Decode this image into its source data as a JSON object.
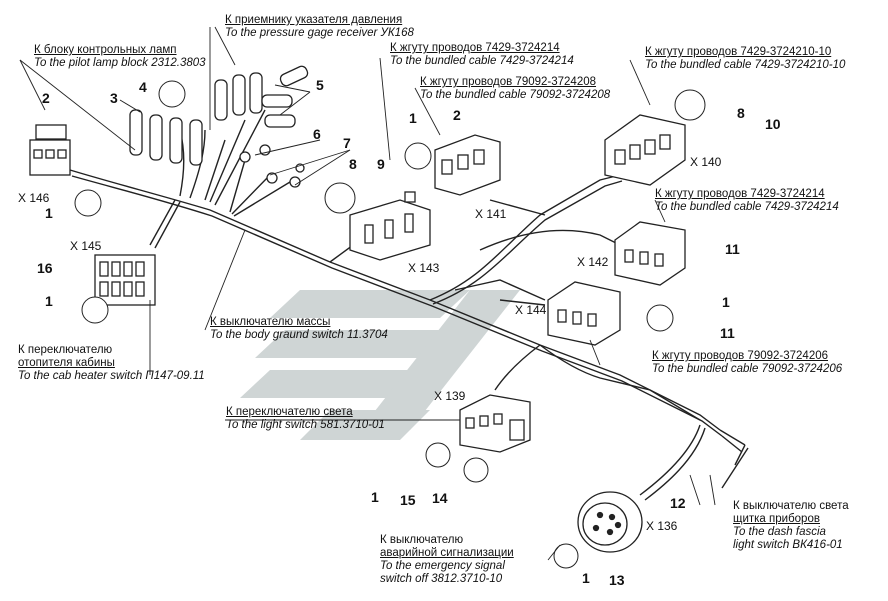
{
  "labels": {
    "pressure_gage": {
      "ru": "К приемнику указателя давления",
      "en": "To the pressure gage receiver УК168"
    },
    "pilot_lamp": {
      "ru": "К блоку контрольных ламп",
      "en": "To the pilot lamp block 2312.3803"
    },
    "bundle_7429_3724214_top": {
      "ru": "К жгуту проводов 7429-3724214",
      "en": "To the bundled cable 7429-3724214"
    },
    "bundle_79092_3724208": {
      "ru": "К жгуту проводов 79092-3724208",
      "en": "To the bundled cable 79092-3724208"
    },
    "bundle_7429_3724210": {
      "ru": "К жгуту проводов 7429-3724210-10",
      "en": "To the bundled cable 7429-3724210-10"
    },
    "bundle_7429_3724214_right": {
      "ru": "К жгуту проводов 7429-3724214",
      "en": "To the bundled cable 7429-3724214"
    },
    "body_ground_switch": {
      "ru": "К выключателю массы",
      "en": "To the body graund switch 11.3704"
    },
    "cab_heater": {
      "ru1": "К переключателю",
      "ru2": "отопителя кабины",
      "en": "To the cab heater switch П147-09.11"
    },
    "bundle_79092_3724206": {
      "ru": "К жгуту проводов 79092-3724206",
      "en": "To the bundled cable 79092-3724206"
    },
    "light_switch": {
      "ru": "К переключателю света",
      "en": "To the light switch 581.3710-01"
    },
    "dash_light": {
      "ru1": "К выключателю света",
      "ru2": "щитка приборов",
      "en1": "To the dash fascia",
      "en2": "light switch ВК416-01"
    },
    "emergency": {
      "ru1": "К выключателю",
      "ru2": "аварийной сигнализации",
      "en1": "To the emergency signal",
      "en2": "switch off 3812.3710-10"
    }
  },
  "connectors": {
    "x146": "X 146",
    "x145": "X 145",
    "x143": "X 143",
    "x141": "X 141",
    "x140": "X 140",
    "x142": "X 142",
    "x144": "X 144",
    "x139": "X 139",
    "x136": "X 136"
  },
  "callouts": {
    "n1": "1",
    "n2": "2",
    "n3": "3",
    "n4": "4",
    "n5": "5",
    "n6": "6",
    "n7": "7",
    "n8": "8",
    "n9": "9",
    "n10": "10",
    "n11": "11",
    "n12": "12",
    "n13": "13",
    "n14": "14",
    "n15": "15",
    "n16": "16"
  },
  "colors": {
    "ink": "#111111",
    "watermark": "#c9cfcf",
    "wire": "#222222"
  }
}
